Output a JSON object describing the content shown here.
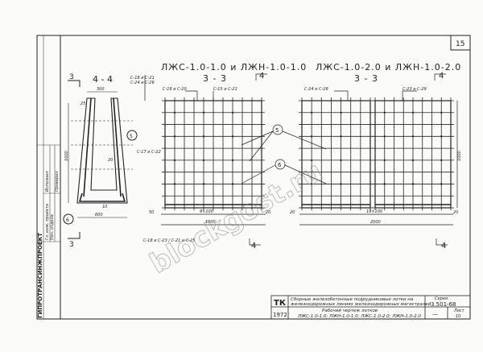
{
  "sheet_number": "15",
  "section_4_4": {
    "title": "4 - 4",
    "cut_mark_top": "3",
    "cut_mark_bottom": "3",
    "dim_top": "300",
    "dim_bottom": "600",
    "dim_height": "1000",
    "dim_25": "25",
    "dim_20": "20",
    "dim_10": "10",
    "labels": [
      "С-18 и С-21",
      "С-24 и С-26",
      "С-17 и С-22"
    ],
    "callouts": [
      "5",
      "6"
    ]
  },
  "section_a": {
    "title": "ЛЖС-1.0-1.0 и ЛЖН-1.0-1.0",
    "subtitle": "3 - 3",
    "cut_mark": "4",
    "labels": [
      "С-16 и С-20",
      "С-15 и С-21"
    ],
    "dim_left": "50",
    "dim_right": "20",
    "dim_span": "9×100",
    "dim_total": "1000",
    "bottom_label": "С-18 и С-23 / С-21 и С-25"
  },
  "section_b": {
    "title": "ЛЖС-1.0-2.0 и ЛЖН-1.0-2.0",
    "subtitle": "3 - 3",
    "cut_mark": "4",
    "labels": [
      "С-24 и С-28",
      "С-23 и С-29"
    ],
    "dim_left": "20",
    "dim_right": "20",
    "dim_span": "19×100",
    "dim_total": "2000",
    "dim_height": "1000"
  },
  "callouts": [
    "5",
    "6"
  ],
  "watermark": "blockgost.ru",
  "side_stamp": [
    "ГИПРОТРАНСИНЖПРОЕКТ",
    "Гл. инж. проекта",
    "Нач. отдела",
    "Исполнил",
    "Проверил"
  ],
  "title_block": {
    "org": "ТК",
    "year": "1972",
    "title_line1": "Сборные железобетонные подрудниковые лотки на",
    "title_line2": "железнодорожных линиях железнодорожных магистралей",
    "drawing_title": "Рабочий чертеж лотков",
    "drawing_items": "ЛЖС-1.0-1.0; ЛЖН-1.0-1.0; ЛЖС-1.0-2.0; ЛЖН-1.0-2.0",
    "series_label": "Серия",
    "series": "3.501-68",
    "dash": "—",
    "sheet_label": "Лист",
    "sheet": "10"
  }
}
